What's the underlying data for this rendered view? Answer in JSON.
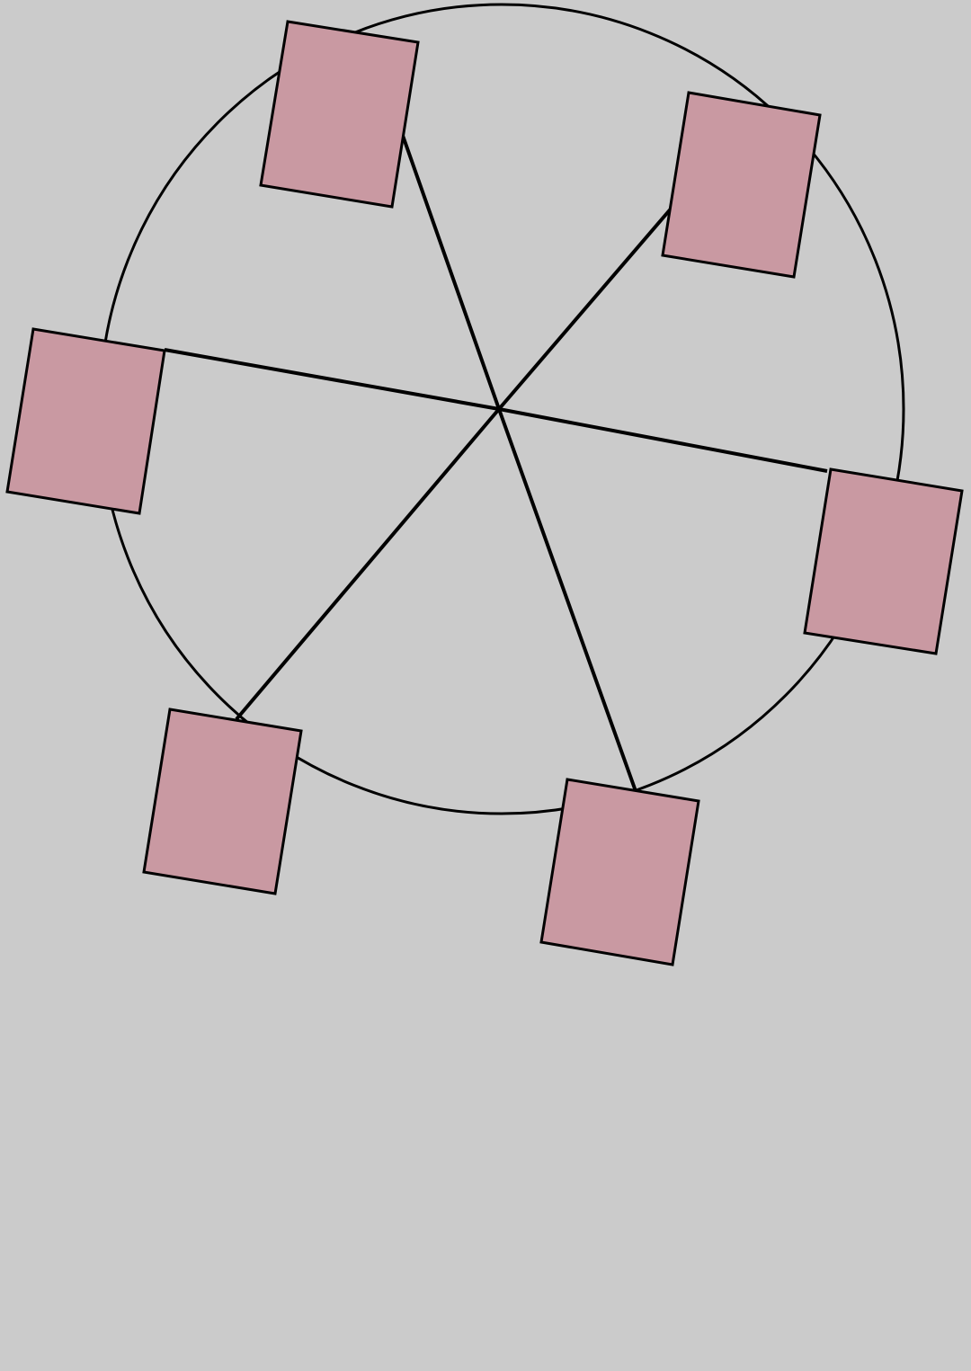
{
  "diagram": {
    "kind": "ferris-wheel",
    "background_color": "#cbcbcb",
    "stroke_color": "#000000",
    "cabin_fill": "#c999a2",
    "cabin_count": 6,
    "spoke_count": 6
  }
}
